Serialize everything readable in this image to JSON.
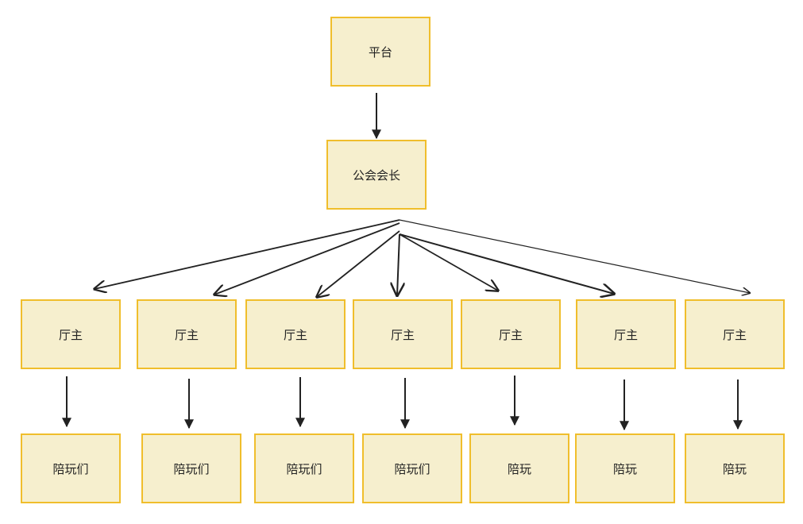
{
  "diagram": {
    "root": {
      "label": "平台"
    },
    "president": {
      "label": "公会会长"
    },
    "hosts": [
      {
        "label": "厅主"
      },
      {
        "label": "厅主"
      },
      {
        "label": "厅主"
      },
      {
        "label": "厅主"
      },
      {
        "label": "厅主"
      },
      {
        "label": "厅主"
      },
      {
        "label": "厅主"
      }
    ],
    "players": [
      {
        "label": "陪玩们"
      },
      {
        "label": "陪玩们"
      },
      {
        "label": "陪玩们"
      },
      {
        "label": "陪玩们"
      },
      {
        "label": "陪玩"
      },
      {
        "label": "陪玩"
      },
      {
        "label": "陪玩"
      }
    ]
  },
  "colors": {
    "box_fill": "#f6efce",
    "box_border": "#f0be2c",
    "arrow": "#222222"
  }
}
